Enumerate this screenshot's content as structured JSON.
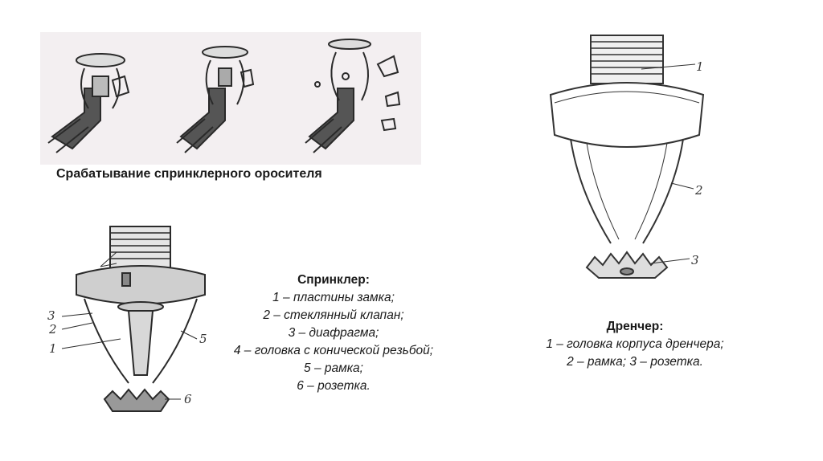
{
  "sequence": {
    "caption": "Срабатывание спринклерного оросителя"
  },
  "sprinkler": {
    "heading": "Спринклер:",
    "items": [
      "1 – пластины замка;",
      "2 – стеклянный клапан;",
      "3 – диафрагма;",
      "4 – головка с конической резьбой;",
      "5 – рамка;",
      "6 – розетка."
    ],
    "callouts": [
      "3",
      "2",
      "1",
      "5",
      "6"
    ]
  },
  "drencher": {
    "heading": "Дренчер:",
    "items": [
      "1 – головка корпуса дренчера;",
      "2 – рамка; 3 – розетка."
    ],
    "callouts": [
      "1",
      "2",
      "3"
    ]
  }
}
